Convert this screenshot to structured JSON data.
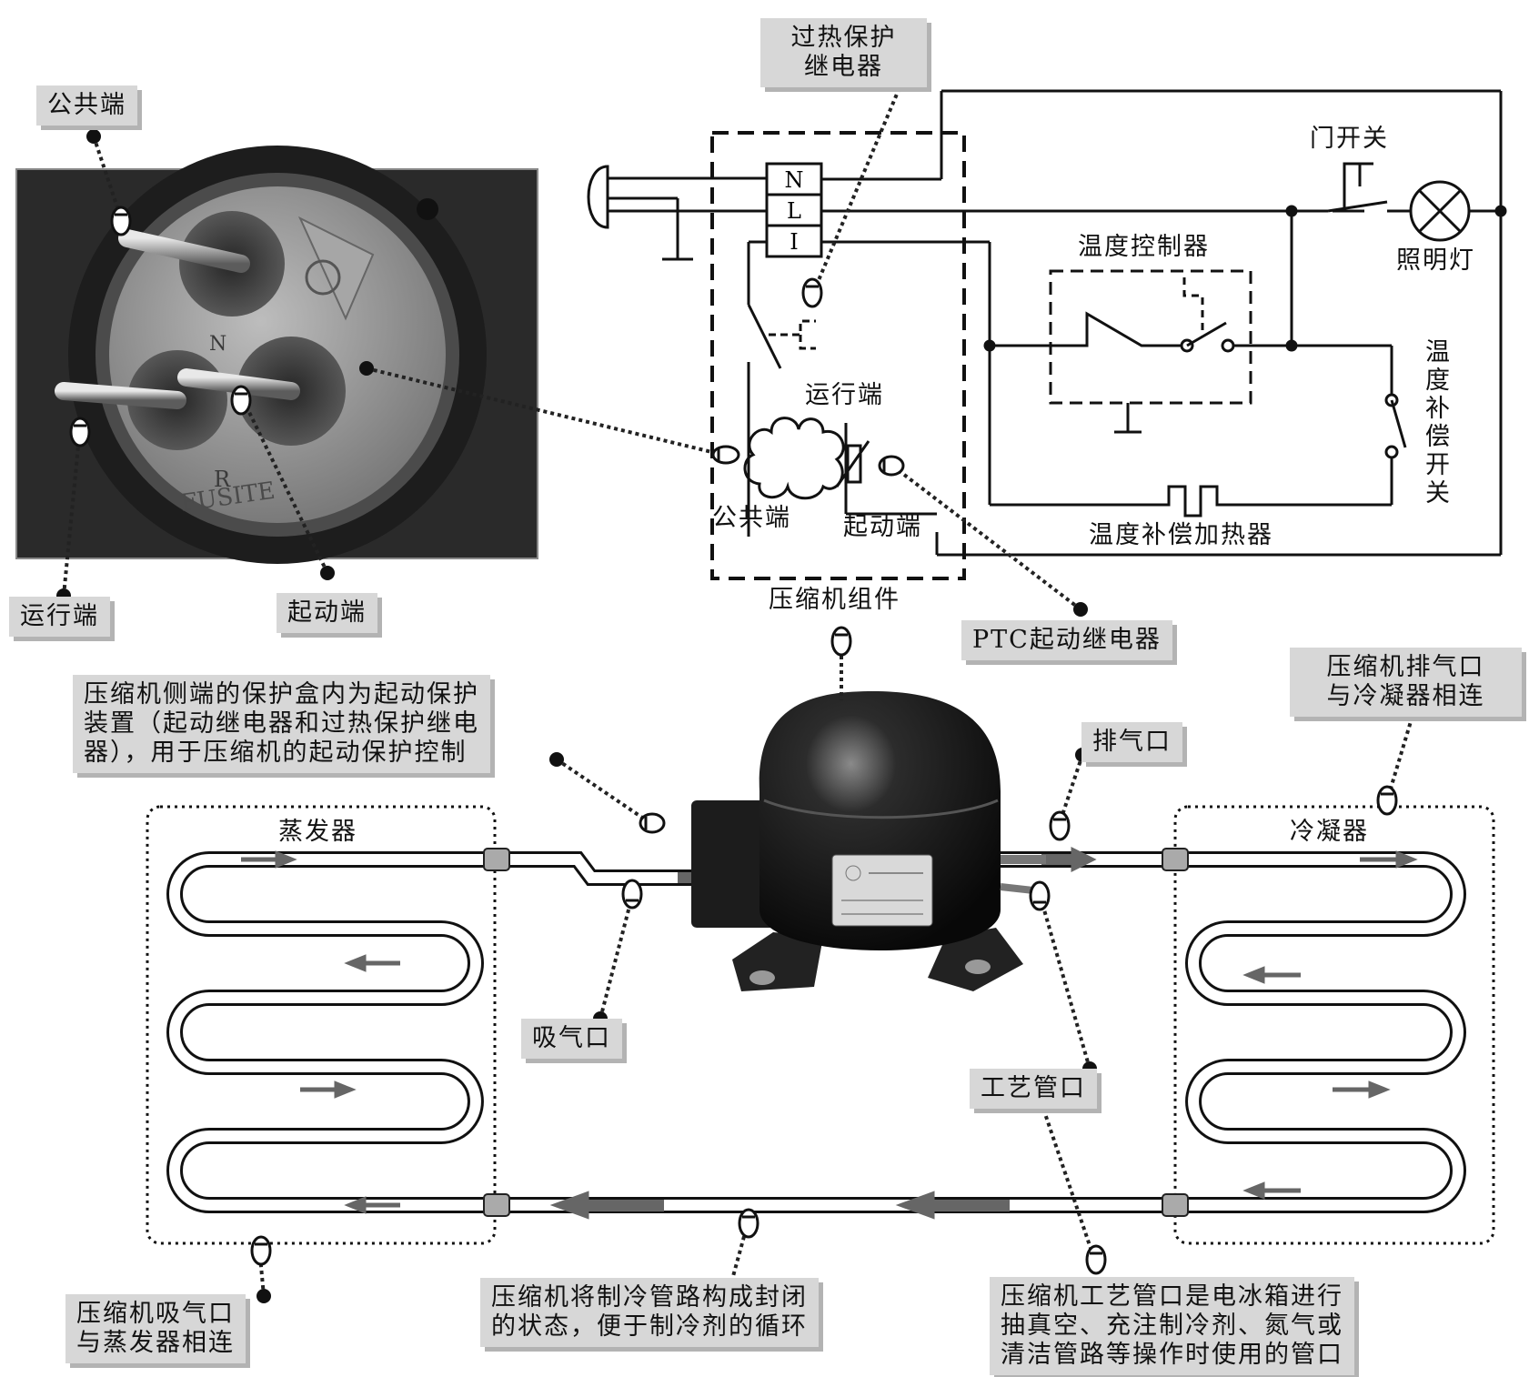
{
  "terminal_photo": {
    "callouts": {
      "common": "公共端",
      "run": "运行端",
      "start": "起动端"
    },
    "markings": {
      "brand": "FUSITE",
      "letter_n": "N",
      "letter_r": "R"
    }
  },
  "circuit": {
    "terminals": {
      "n": "N",
      "l": "L",
      "i": "I"
    },
    "overheat_relay": "过热保护\n继电器",
    "door_switch": "门开关",
    "lamp": "照明灯",
    "thermostat": "温度控制器",
    "comp_switch": "温\n度\n补\n偿\n开\n关",
    "heater": "温度补偿加热器",
    "run_terminal": "运行端",
    "common_terminal": "公共端",
    "start_terminal": "起动端",
    "assembly": "压缩机组件",
    "ptc": "PTC起动继电器"
  },
  "compressor": {
    "protection_box_note": "压缩机侧端的保护盒内为起动保护\n装置（起动继电器和过热保护继电\n器），用于压缩机的起动保护控制",
    "exhaust_port": "排气口",
    "exhaust_note": "压缩机排气口\n与冷凝器相连",
    "suction_port": "吸气口",
    "process_port": "工艺管口",
    "process_note": "压缩机工艺管口是电冰箱进行\n抽真空、充注制冷剂、氮气或\n清洁管路等操作时使用的管口",
    "suction_note": "压缩机吸气口\n与蒸发器相连",
    "closed_loop_note": "压缩机将制冷管路构成封闭\n的状态，便于制冷剂的循环"
  },
  "refrigeration": {
    "evaporator": "蒸发器",
    "condenser": "冷凝器"
  }
}
